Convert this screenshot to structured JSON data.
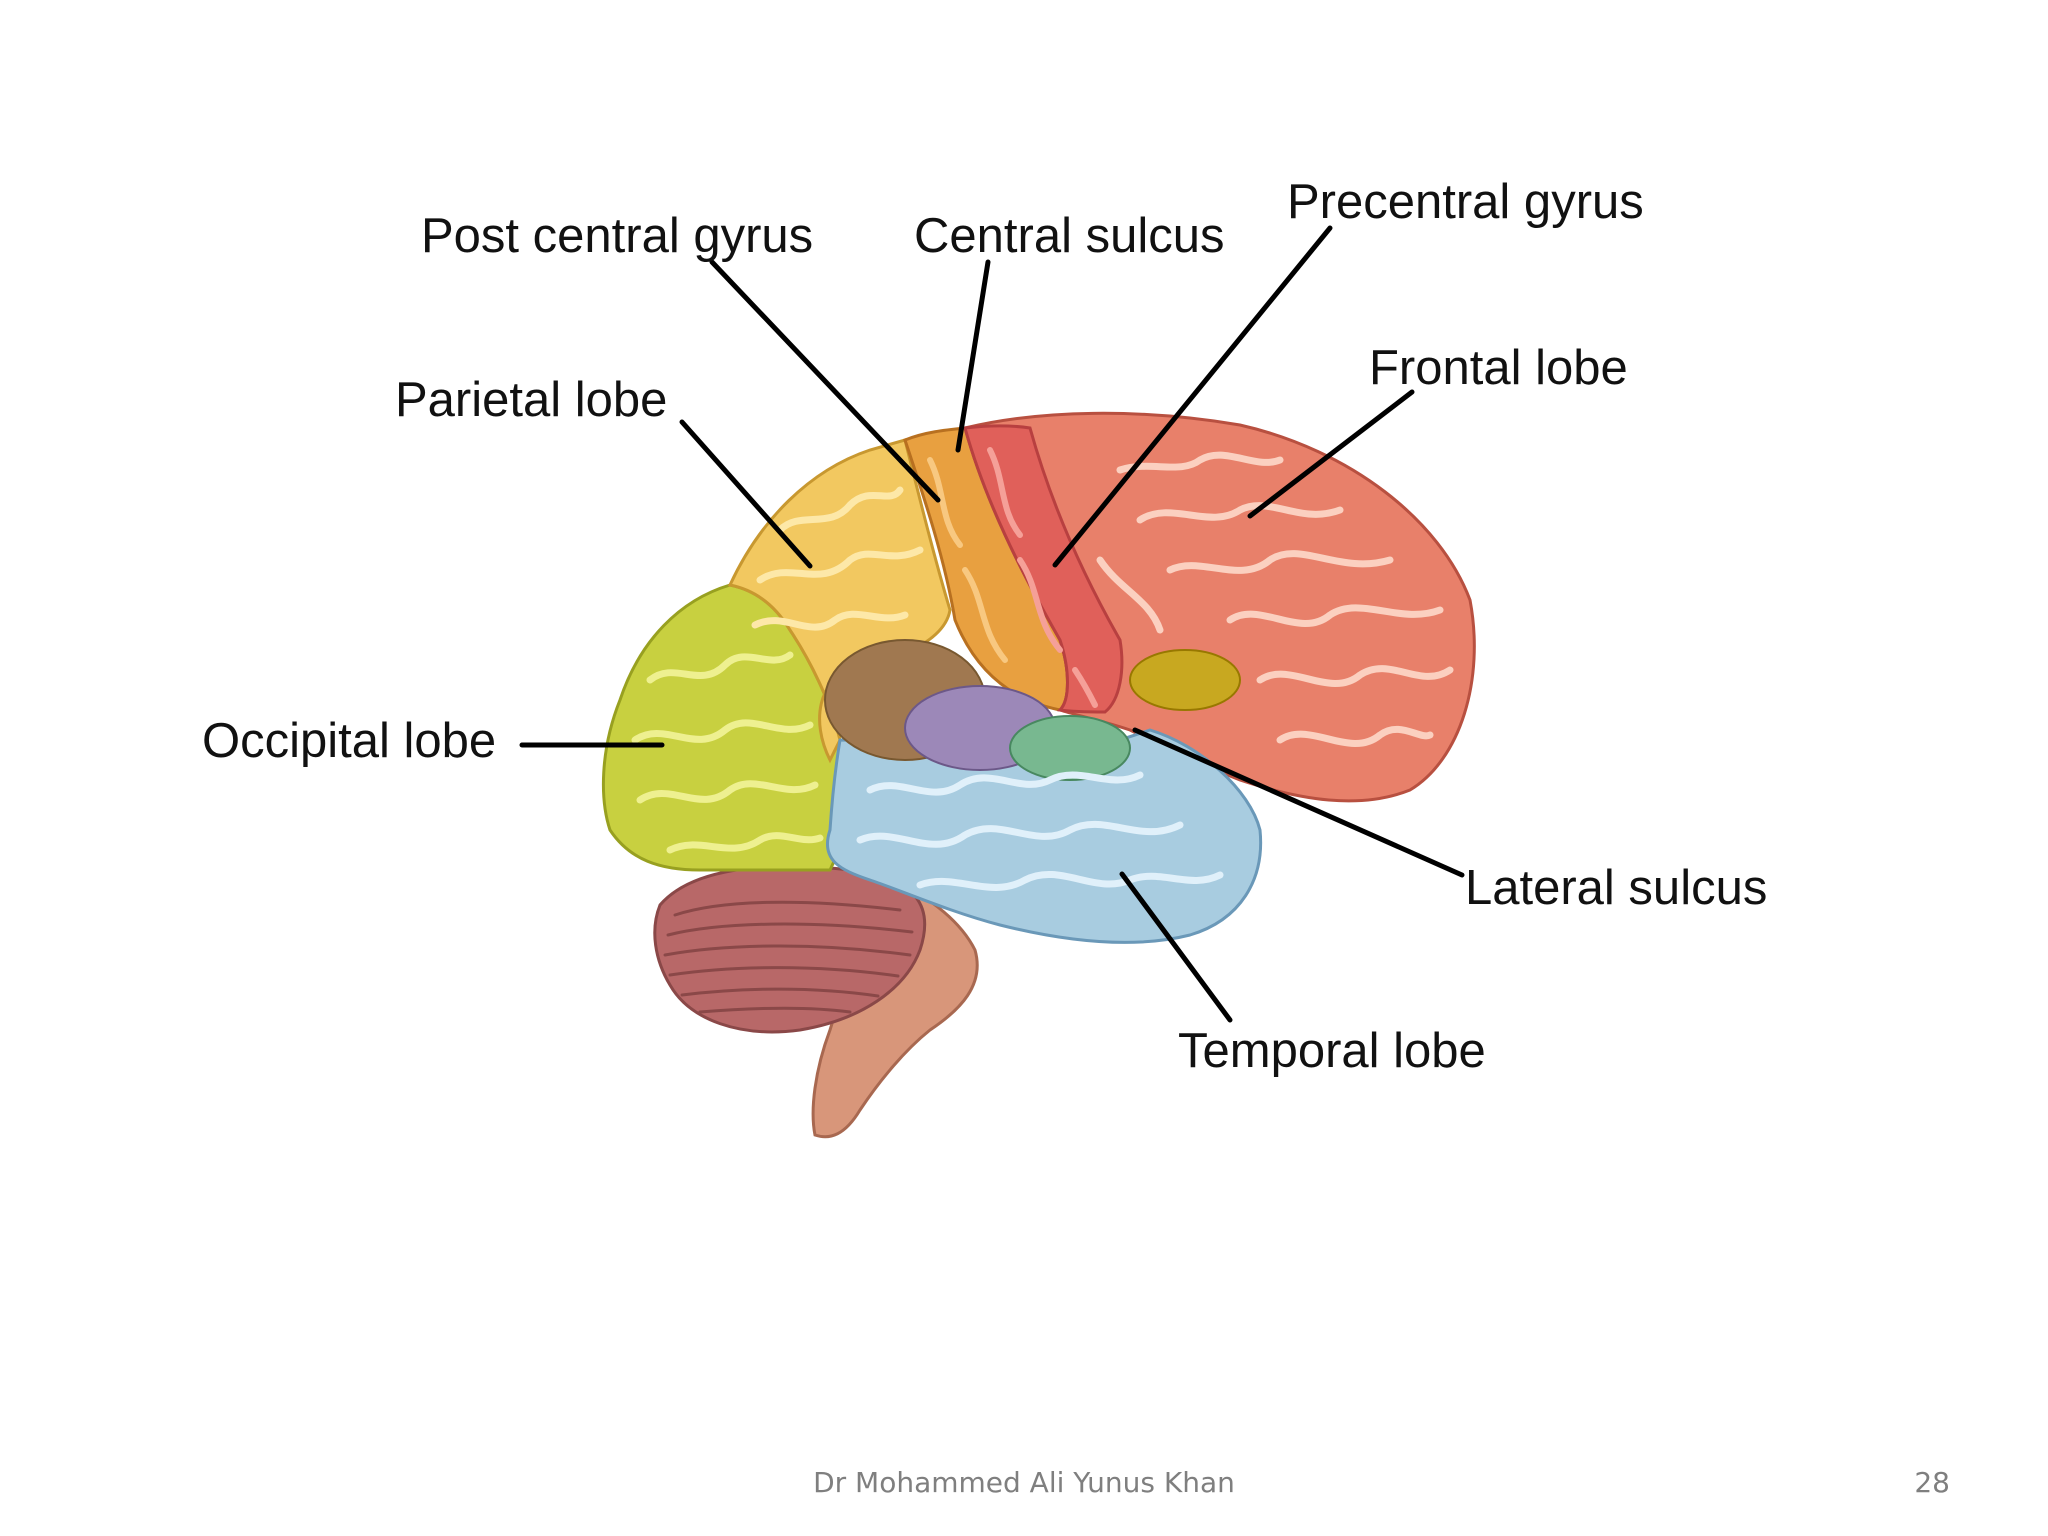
{
  "labels": {
    "post_central_gyrus": "Post central gyrus",
    "central_sulcus": "Central sulcus",
    "precentral_gyrus": "Precentral gyrus",
    "frontal_lobe": "Frontal lobe",
    "parietal_lobe": "Parietal lobe",
    "occipital_lobe": "Occipital lobe",
    "lateral_sulcus": "Lateral sulcus",
    "temporal_lobe": "Temporal lobe"
  },
  "footer": {
    "author": "Dr Mohammed Ali Yunus Khan",
    "page_number": "28"
  },
  "colors": {
    "frontal_lobe": "#e8806a",
    "precentral_gyrus": "#e0605a",
    "postcentral_gyrus": "#e8a040",
    "parietal_lobe": "#f2c860",
    "occipital_lobe": "#c8d040",
    "temporal_lobe": "#a8cce0",
    "cerebellum": "#b86868",
    "brainstem": "#d8967a",
    "insula_brown": "#a07850",
    "insula_purple": "#9c88b8",
    "insula_green": "#78b890",
    "broca_area": "#c8a820"
  }
}
